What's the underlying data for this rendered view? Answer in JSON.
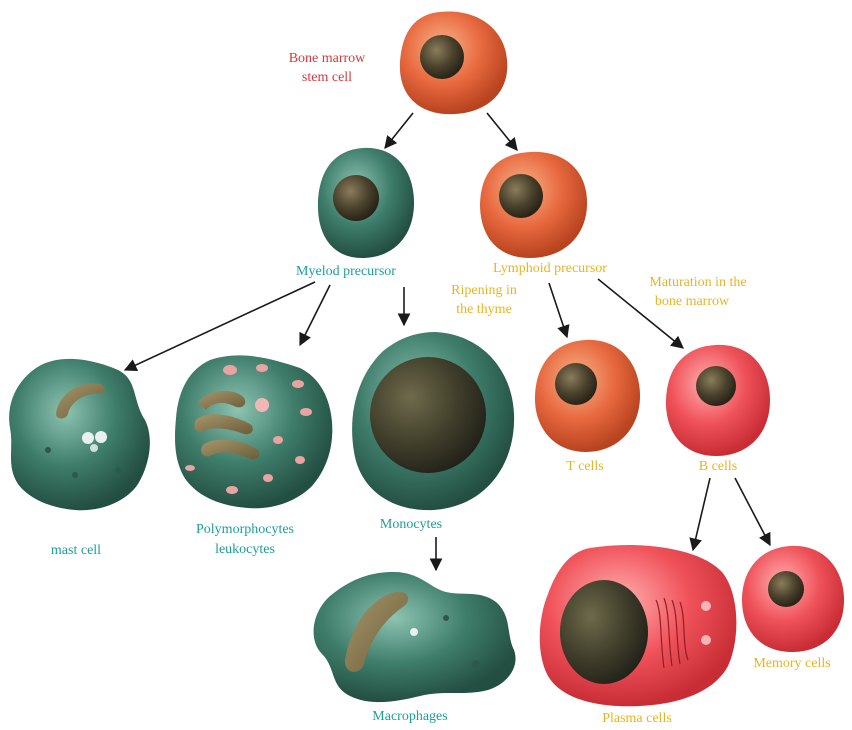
{
  "colors": {
    "red_label": "#d9373c",
    "teal_label": "#1b9e9a",
    "yellow_label": "#e6b422",
    "arrow": "#1a1a1a",
    "nucleus": "#3b3424"
  },
  "labels": {
    "stem_line1": "Bone marrow",
    "stem_line2": "stem cell",
    "myeloid": "Myelod precursor",
    "lymphoid": "Lymphoid precursor",
    "thyme_line1": "Ripening in",
    "thyme_line2": "the thyme",
    "maturation_line1": "Maturation in the",
    "maturation_line2": "bone marrow",
    "mast": "mast cell",
    "poly_line1": "Polymorphocytes",
    "poly_line2": "leukocytes",
    "monocytes": "Monocytes",
    "macrophages": "Macrophages",
    "tcells": "T cells",
    "bcells": "B cells",
    "plasma": "Plasma cells",
    "memory": "Memory cells"
  }
}
